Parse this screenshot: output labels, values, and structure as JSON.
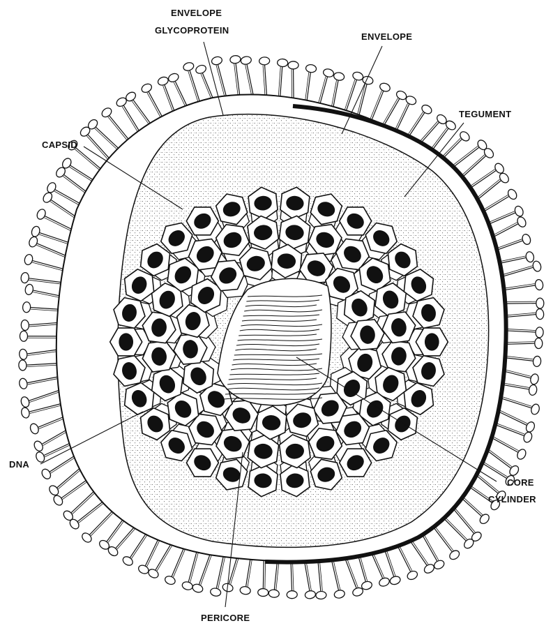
{
  "labels": {
    "envelope_glycoprotein_line1": "ENVELOPE",
    "envelope_glycoprotein_line2": "GLYCOPROTEIN",
    "envelope": "ENVELOPE",
    "tegument": "TEGUMENT",
    "capsid": "CAPSID",
    "dna": "DNA",
    "core_cylinder_line1": "CORE",
    "core_cylinder_line2": "CYLINDER",
    "pericore": "PERICORE"
  },
  "colors": {
    "ink": "#111111",
    "background": "#ffffff",
    "stipple": "#222222"
  }
}
